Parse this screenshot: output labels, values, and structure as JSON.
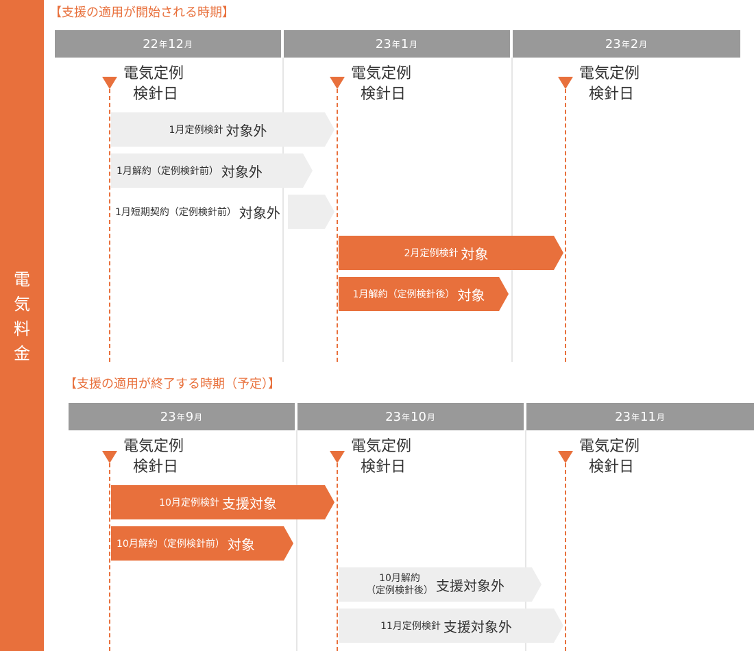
{
  "sidebar": {
    "label_chars": [
      "電",
      "気",
      "料",
      "金"
    ]
  },
  "section1": {
    "heading": "【支援の適用が開始される時期】",
    "months": [
      {
        "year": "22",
        "year_unit": "年",
        "month": "12",
        "month_unit": "月"
      },
      {
        "year": "23",
        "year_unit": "年",
        "month": "1",
        "month_unit": "月"
      },
      {
        "year": "23",
        "year_unit": "年",
        "month": "2",
        "month_unit": "月"
      }
    ],
    "meter_labels": [
      {
        "line1": "電気定例",
        "line2": "検針日"
      },
      {
        "line1": "電気定例",
        "line2": "検針日"
      },
      {
        "line1": "電気定例",
        "line2": "検針日"
      }
    ],
    "arrows": [
      {
        "small": "1月定例検針",
        "big": "対象外",
        "style": "gray"
      },
      {
        "small": "1月解約（定例検針前）",
        "big": "対象外",
        "style": "gray"
      },
      {
        "small": "1月短期契約（定例検針前）",
        "big": "対象外",
        "style": "gray"
      },
      {
        "small": "2月定例検針",
        "big": "対象",
        "style": "orange"
      },
      {
        "small": "1月解約（定例検針後）",
        "big": "対象",
        "style": "orange"
      }
    ]
  },
  "section2": {
    "heading": "【支援の適用が終了する時期（予定）】",
    "months": [
      {
        "year": "23",
        "year_unit": "年",
        "month": "9",
        "month_unit": "月"
      },
      {
        "year": "23",
        "year_unit": "年",
        "month": "10",
        "month_unit": "月"
      },
      {
        "year": "23",
        "year_unit": "年",
        "month": "11",
        "month_unit": "月"
      }
    ],
    "meter_labels": [
      {
        "line1": "電気定例",
        "line2": "検針日"
      },
      {
        "line1": "電気定例",
        "line2": "検針日"
      },
      {
        "line1": "電気定例",
        "line2": "検針日"
      }
    ],
    "arrows": [
      {
        "small": "10月定例検針",
        "big": "支援対象",
        "style": "orange"
      },
      {
        "small": "10月解約（定例検針前）",
        "big": "対象",
        "style": "orange"
      },
      {
        "small_line1": "10月解約",
        "small_line2": "（定例検針後）",
        "big": "支援対象外",
        "style": "gray"
      },
      {
        "small": "11月定例検針",
        "big": "支援対象外",
        "style": "gray"
      }
    ]
  },
  "colors": {
    "accent": "#e8703c",
    "month_bar": "#999999",
    "arrow_gray": "#eeeeee"
  }
}
